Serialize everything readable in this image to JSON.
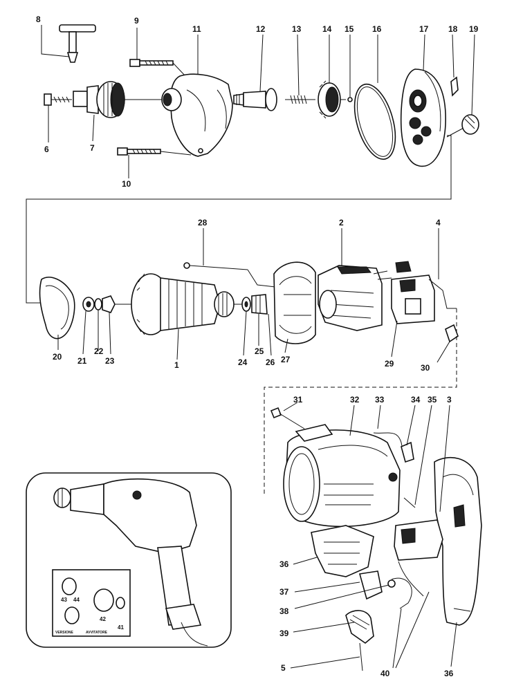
{
  "part_numbers": {
    "p1": "1",
    "p2": "2",
    "p3": "3",
    "p4": "4",
    "p5": "5",
    "p6": "6",
    "p7": "7",
    "p8": "8",
    "p9": "9",
    "p10": "10",
    "p11": "11",
    "p12": "12",
    "p13": "13",
    "p14": "14",
    "p15": "15",
    "p16": "16",
    "p17": "17",
    "p18": "18",
    "p19": "19",
    "p20": "20",
    "p21": "21",
    "p22": "22",
    "p23": "23",
    "p24": "24",
    "p25": "25",
    "p26": "26",
    "p27": "27",
    "p28": "28",
    "p29": "29",
    "p30": "30",
    "p31": "31",
    "p32": "32",
    "p33": "33",
    "p34": "34",
    "p35": "35",
    "p36a": "36",
    "p36b": "36",
    "p37": "37",
    "p38": "38",
    "p39": "39",
    "p40": "40",
    "p41": "41",
    "p42": "42",
    "p43": "43",
    "p44": "44"
  },
  "inset": {
    "label_left": "VERSIONE",
    "label_right": "AVVITATORE"
  }
}
